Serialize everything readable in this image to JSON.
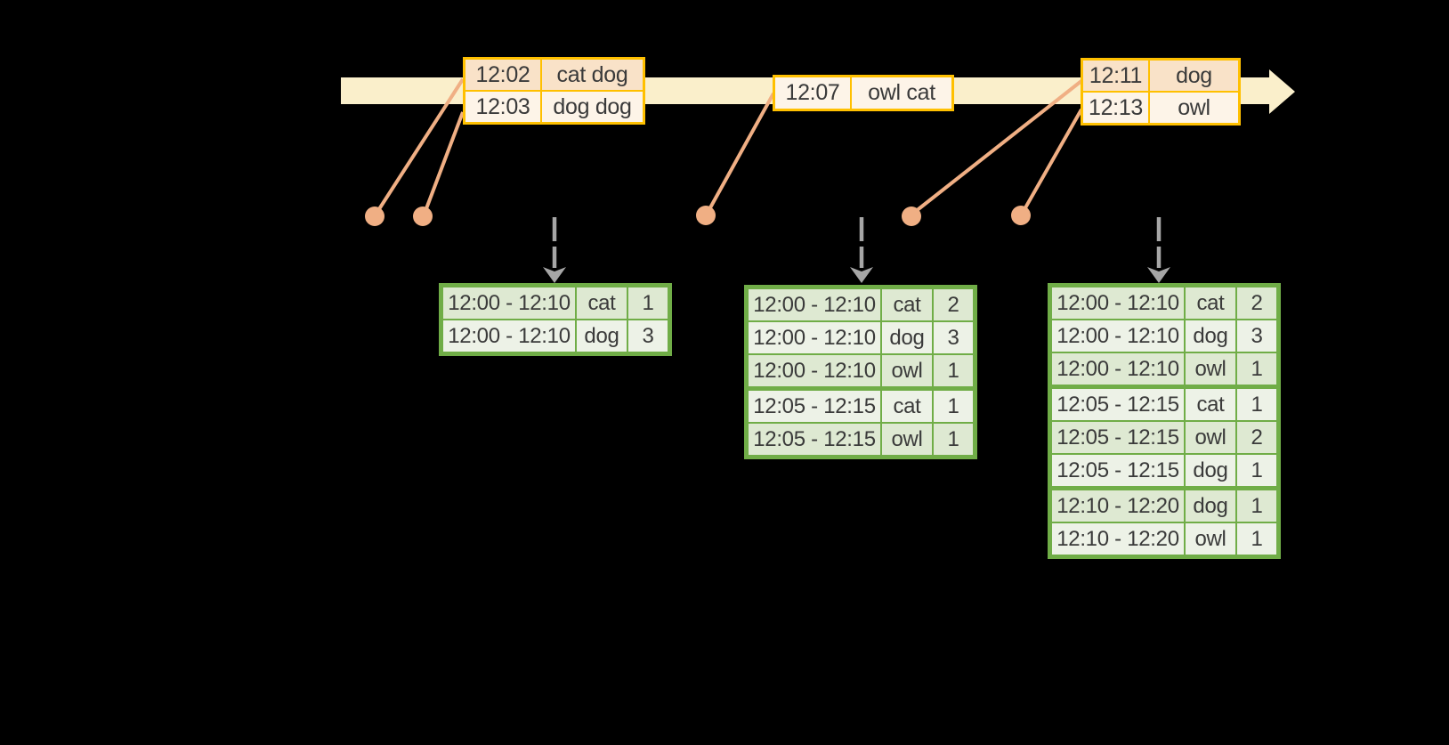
{
  "timeline": {
    "events": [
      {
        "rows": [
          {
            "time": "12:02",
            "words": "cat dog"
          },
          {
            "time": "12:03",
            "words": "dog dog"
          }
        ]
      },
      {
        "rows": [
          {
            "time": "12:07",
            "words": "owl cat"
          }
        ]
      },
      {
        "rows": [
          {
            "time": "12:11",
            "words": "dog"
          },
          {
            "time": "12:13",
            "words": "owl"
          }
        ]
      }
    ]
  },
  "result_tables": [
    {
      "groups": [
        {
          "rows": [
            {
              "window": "12:00 - 12:10",
              "word": "cat",
              "count": "1"
            },
            {
              "window": "12:00 - 12:10",
              "word": "dog",
              "count": "3"
            }
          ]
        }
      ]
    },
    {
      "groups": [
        {
          "rows": [
            {
              "window": "12:00 - 12:10",
              "word": "cat",
              "count": "2"
            },
            {
              "window": "12:00 - 12:10",
              "word": "dog",
              "count": "3"
            },
            {
              "window": "12:00 - 12:10",
              "word": "owl",
              "count": "1"
            }
          ]
        },
        {
          "rows": [
            {
              "window": "12:05 - 12:15",
              "word": "cat",
              "count": "1"
            },
            {
              "window": "12:05 - 12:15",
              "word": "owl",
              "count": "1"
            }
          ]
        }
      ]
    },
    {
      "groups": [
        {
          "rows": [
            {
              "window": "12:00 - 12:10",
              "word": "cat",
              "count": "2"
            },
            {
              "window": "12:00 - 12:10",
              "word": "dog",
              "count": "3"
            },
            {
              "window": "12:00 - 12:10",
              "word": "owl",
              "count": "1"
            }
          ]
        },
        {
          "rows": [
            {
              "window": "12:05 - 12:15",
              "word": "cat",
              "count": "1"
            },
            {
              "window": "12:05 - 12:15",
              "word": "owl",
              "count": "2"
            },
            {
              "window": "12:05 - 12:15",
              "word": "dog",
              "count": "1"
            }
          ]
        },
        {
          "rows": [
            {
              "window": "12:10 - 12:20",
              "word": "dog",
              "count": "1"
            },
            {
              "window": "12:10 - 12:20",
              "word": "owl",
              "count": "1"
            }
          ]
        }
      ]
    }
  ],
  "icons": {
    "timeline_arrowhead": "right-arrow",
    "trigger_arrow": "dashed-down-arrow",
    "event_marker": "orange-dot"
  },
  "colors": {
    "background": "#000000",
    "timeline_fill": "#FAEFCB",
    "event_border": "#FFC000",
    "event_fill_dark": "#F9E2C8",
    "event_fill_light": "#FDF4E8",
    "connector_orange": "#F0AF84",
    "table_border_green": "#70AD47",
    "table_row_dark": "#DEE9D2",
    "table_row_light": "#EDF2E7",
    "trigger_arrow_gray": "#A6A6A6",
    "text": "#3A3A3A"
  }
}
